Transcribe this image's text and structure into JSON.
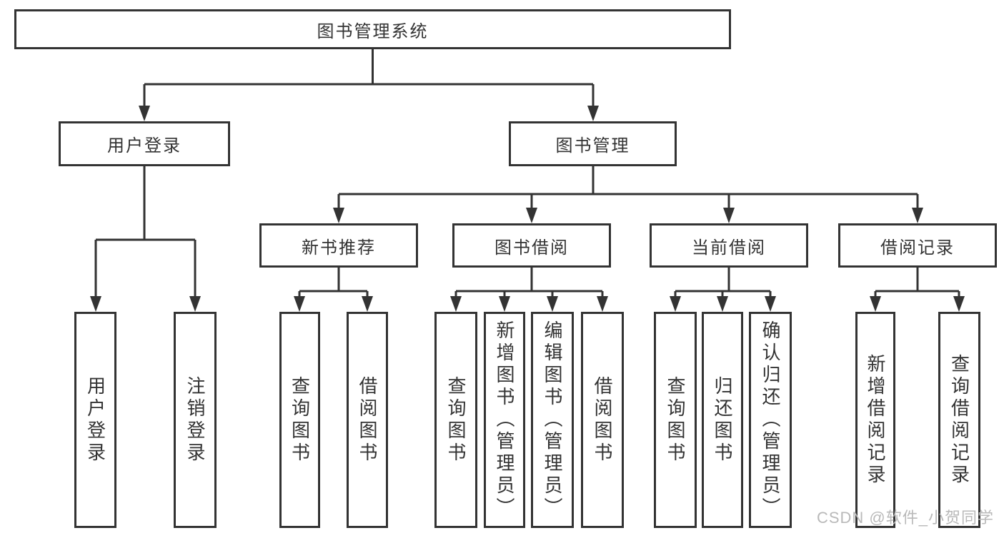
{
  "colors": {
    "line": "#333333",
    "border": "#333333",
    "text": "#333333",
    "watermark": "#b9b9b9",
    "background": "#ffffff"
  },
  "watermark": {
    "text": "CSDN @软件_小贺同学"
  },
  "tree": {
    "label": "图书管理系统",
    "children": [
      {
        "label": "用户登录",
        "children": [
          {
            "label": "用户登录"
          },
          {
            "label": "注销登录"
          }
        ]
      },
      {
        "label": "图书管理",
        "children": [
          {
            "label": "新书推荐",
            "children": [
              {
                "label": "查询图书"
              },
              {
                "label": "借阅图书"
              }
            ]
          },
          {
            "label": "图书借阅",
            "children": [
              {
                "label": "查询图书"
              },
              {
                "label": "新增图书（管理员）"
              },
              {
                "label": "编辑图书（管理员）"
              },
              {
                "label": "借阅图书"
              }
            ]
          },
          {
            "label": "当前借阅",
            "children": [
              {
                "label": "查询图书"
              },
              {
                "label": "归还图书"
              },
              {
                "label": "确认归还（管理员）"
              }
            ]
          },
          {
            "label": "借阅记录",
            "children": [
              {
                "label": "新增借阅记录"
              },
              {
                "label": "查询借阅记录"
              }
            ]
          }
        ]
      }
    ]
  }
}
